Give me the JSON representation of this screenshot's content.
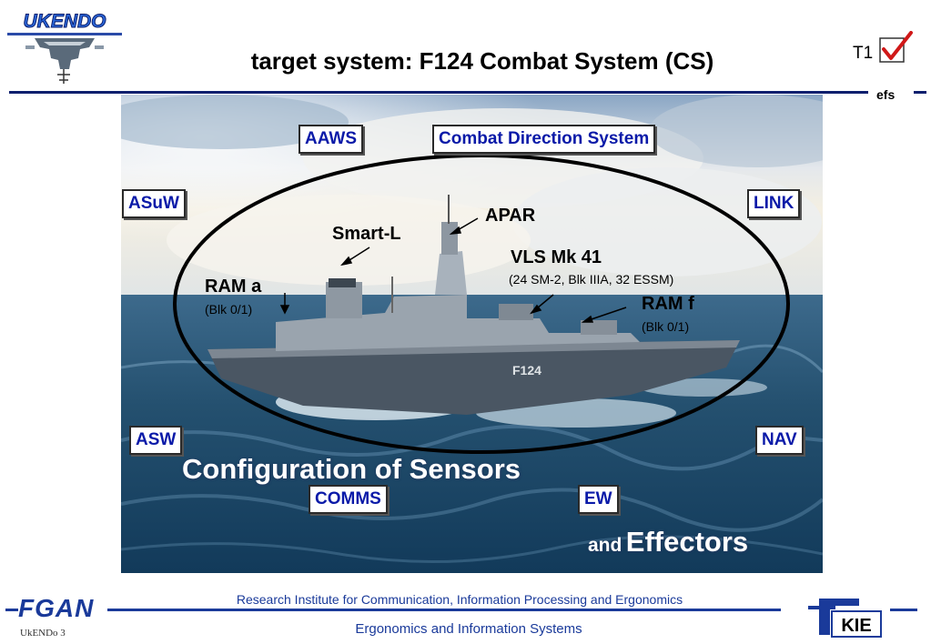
{
  "header": {
    "logo_text": "UKENDO",
    "title": "target system: F124 Combat System (CS)",
    "tag": "T1",
    "corner_label": "efs"
  },
  "diagram": {
    "top_boxes": [
      "AAWS",
      "Combat Direction System"
    ],
    "side_boxes": [
      "ASuW",
      "LINK",
      "ASW",
      "NAV"
    ],
    "bottom_boxes": [
      "COMMS",
      "EW"
    ],
    "sensors": [
      {
        "name": "APAR",
        "detail": ""
      },
      {
        "name": "Smart-L",
        "detail": ""
      },
      {
        "name": "VLS Mk 41",
        "detail": "(24 SM-2, Blk IIIA, 32 ESSM)"
      },
      {
        "name": "RAM a",
        "detail": "(Blk 0/1)"
      },
      {
        "name": "RAM f",
        "detail": "(Blk 0/1)"
      }
    ],
    "hull_number": "F124",
    "caption_main": "Configuration of Sensors",
    "caption_and": "and",
    "caption_effectors": "Effectors"
  },
  "footer": {
    "org_logo": "FGAN",
    "research_line": "Research Institute for Communication, Information Processing and Ergonomics",
    "department_line": "Ergonomics and Information Systems",
    "slide_id": "UkENDo   3",
    "partner_logo": "KIE"
  },
  "colors": {
    "box_text": "#0a1aa8",
    "footer_blue": "#1a3a9a",
    "rule_navy": "#0c1f6e",
    "check_red": "#d01818"
  }
}
